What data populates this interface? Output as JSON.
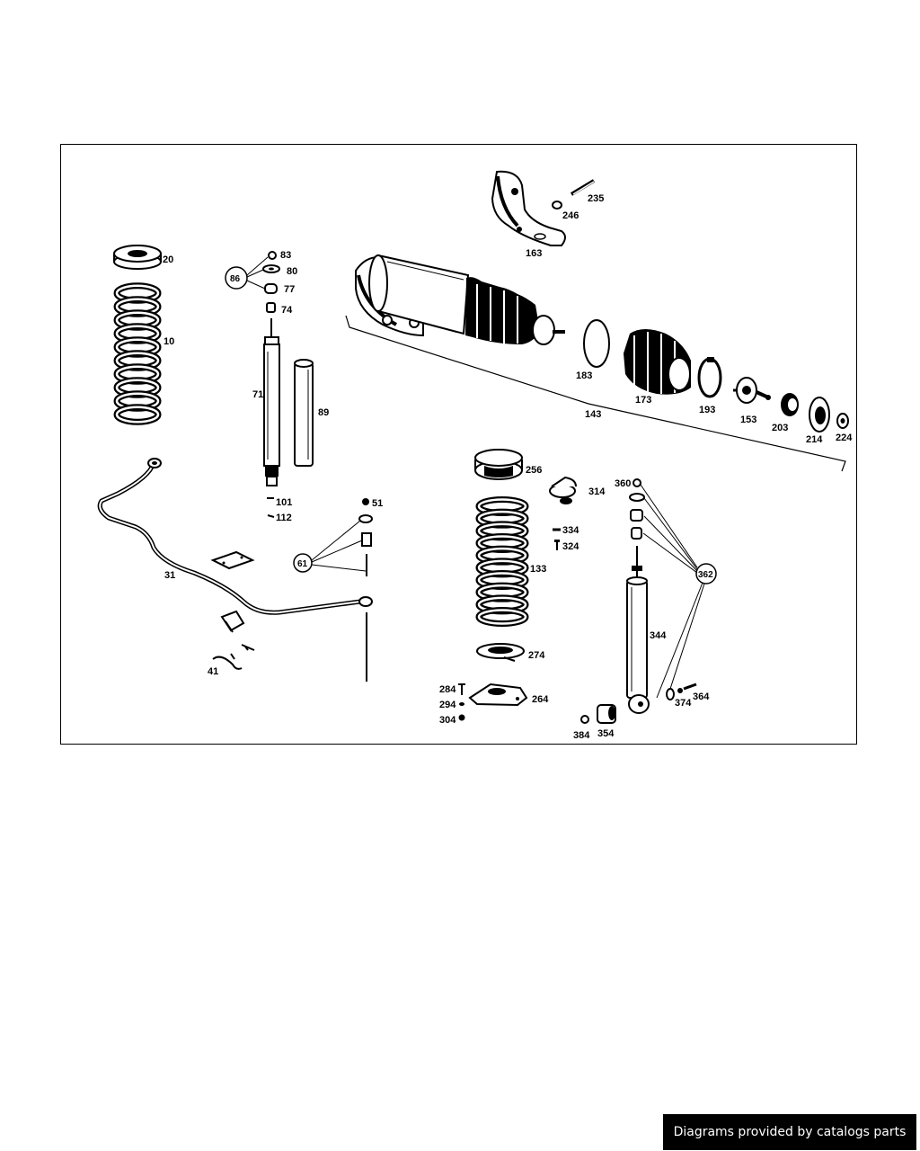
{
  "diagram": {
    "callouts": {
      "c20": "20",
      "c10": "10",
      "c83": "83",
      "c80": "80",
      "c86": "86",
      "c77": "77",
      "c74": "74",
      "c71": "71",
      "c89": "89",
      "c101": "101",
      "c112": "112",
      "c235": "235",
      "c246": "246",
      "c163": "163",
      "c183": "183",
      "c173": "173",
      "c193": "193",
      "c153": "153",
      "c203": "203",
      "c214": "214",
      "c224": "224",
      "c143": "143",
      "c31": "31",
      "c41": "41",
      "c51": "51",
      "c61": "61",
      "c256": "256",
      "c314": "314",
      "c360": "360",
      "c334": "334",
      "c324": "324",
      "c133": "133",
      "c362": "362",
      "c344": "344",
      "c274": "274",
      "c284": "284",
      "c294": "294",
      "c304": "304",
      "c264": "264",
      "c374": "374",
      "c364": "364",
      "c384": "384",
      "c354": "354"
    }
  },
  "footer": {
    "text": "Diagrams provided by catalogs parts"
  }
}
